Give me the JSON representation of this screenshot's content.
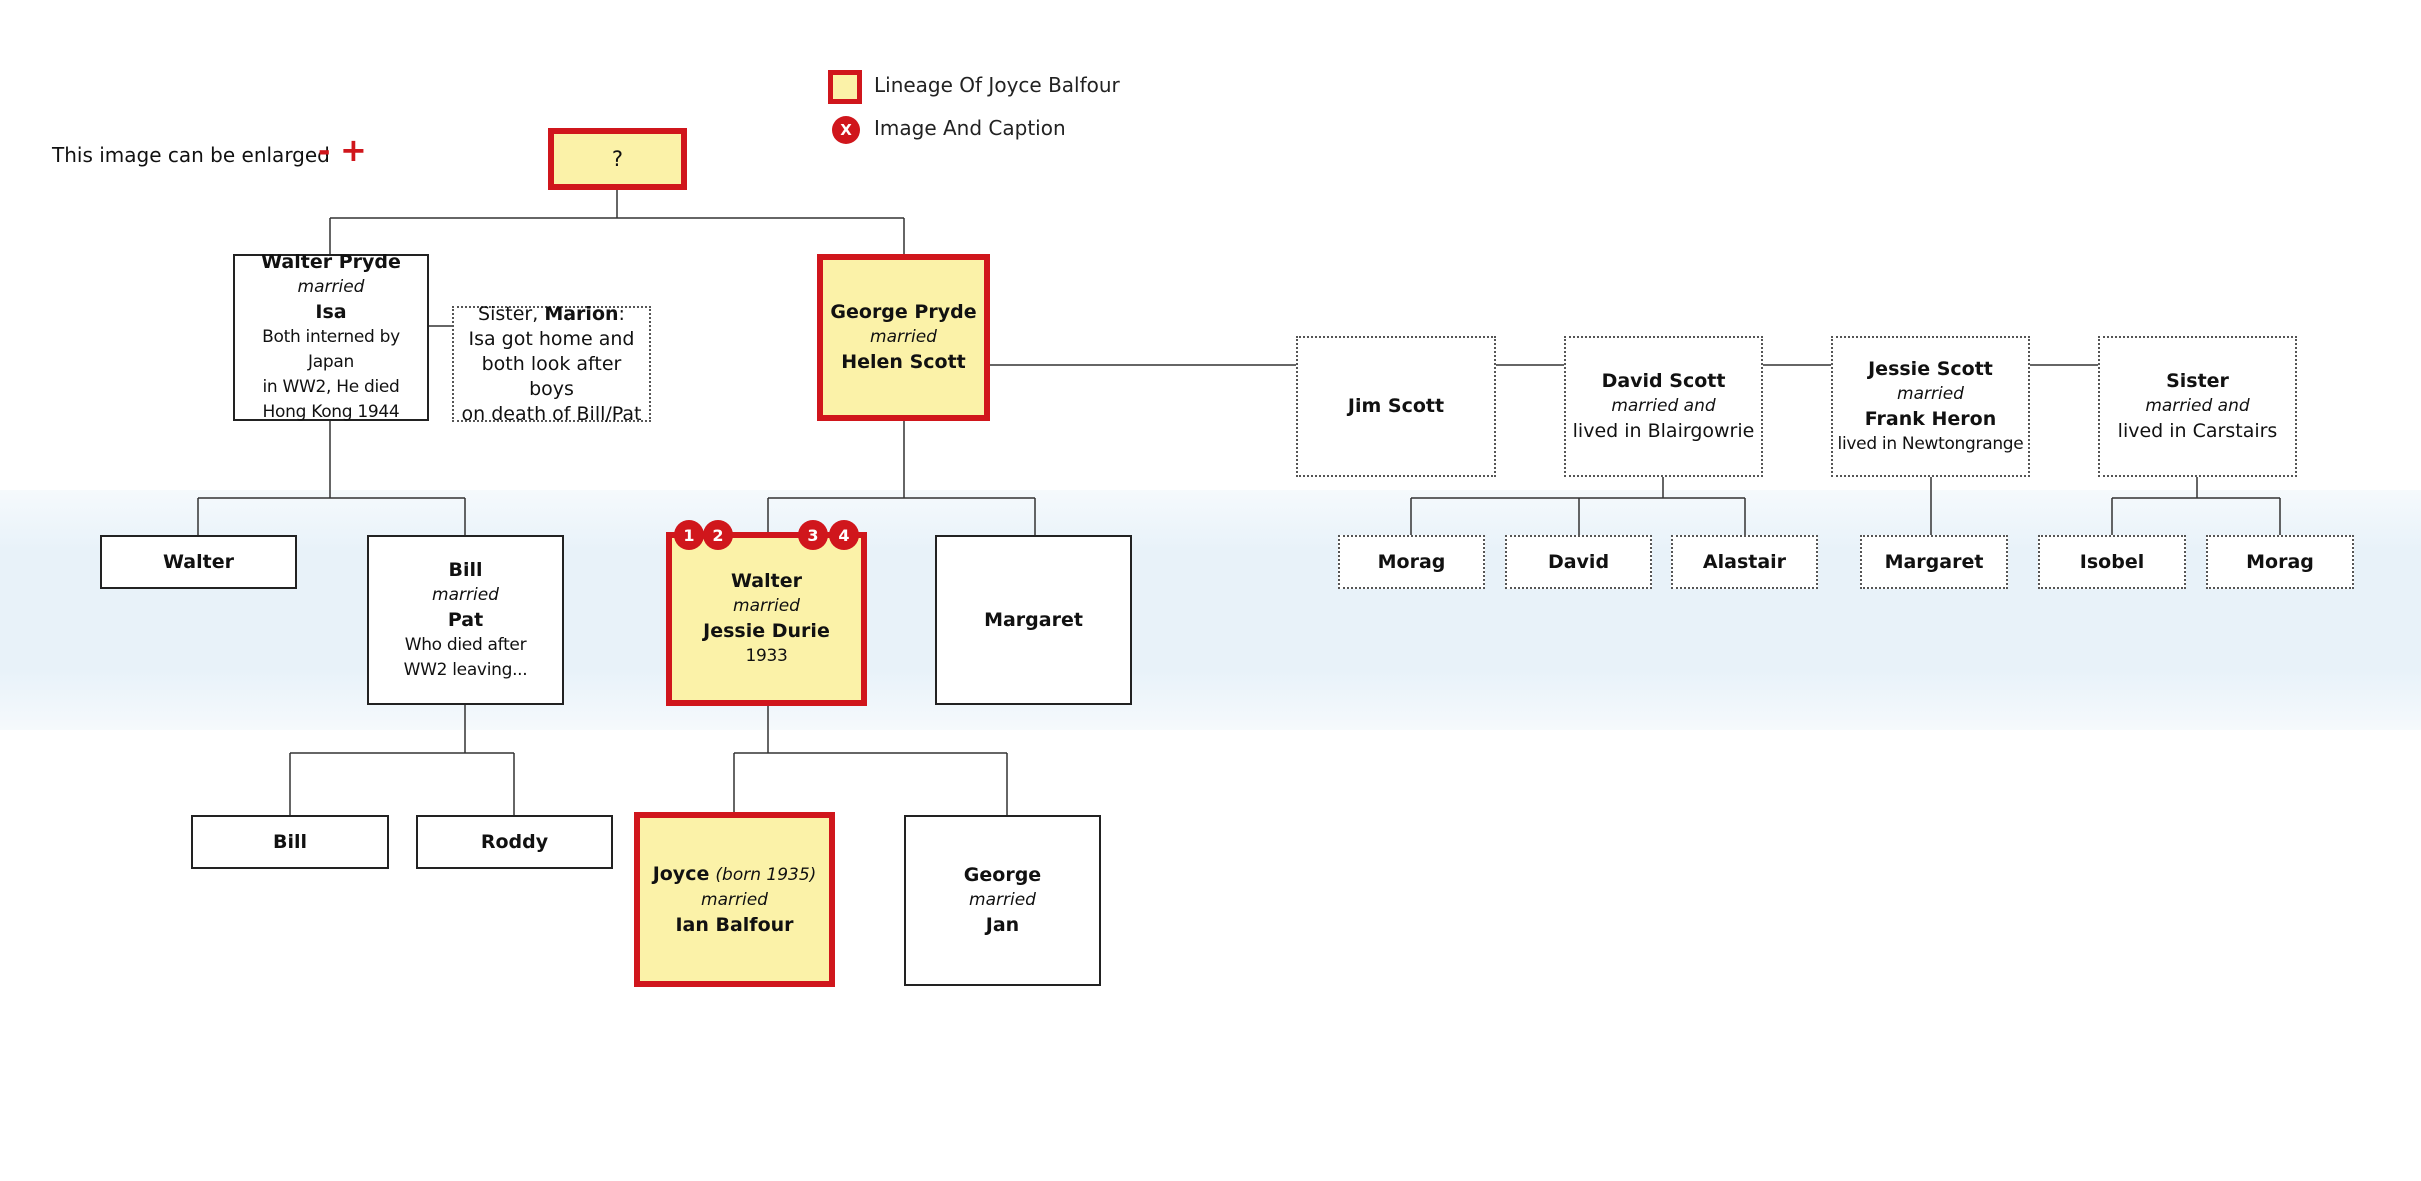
{
  "legend": {
    "lineage_label": "Lineage Of Joyce Balfour",
    "caption_label": "Image And Caption",
    "caption_icon": "X",
    "accent_color": "#d0161c",
    "lineage_fill": "#fbf2a8"
  },
  "enlarge": {
    "text": "This image can be enlarged",
    "minus": "-",
    "plus": "+"
  },
  "tree": {
    "root": {
      "label": "?"
    },
    "walter_pryde": {
      "name": "Walter Pryde",
      "rel": "married",
      "spouse": "Isa",
      "note1": "Both interned by Japan",
      "note2": "in WW2, He died",
      "note3": "Hong Kong 1944"
    },
    "marion": {
      "prefix": "Sister,",
      "name": "Marion",
      "suffix": ":",
      "line2": "Isa got home and",
      "line3": "both look after boys",
      "line4": "on death of Bill/Pat"
    },
    "george_pryde": {
      "name": "George Pryde",
      "rel": "married",
      "spouse": "Helen Scott"
    },
    "jim_scott": {
      "name": "Jim Scott"
    },
    "david_scott": {
      "name": "David Scott",
      "rel": "married and",
      "note": "lived in Blairgowrie"
    },
    "jessie_scott": {
      "name": "Jessie Scott",
      "rel": "married",
      "spouse": "Frank Heron",
      "note": "lived in Newtongrange"
    },
    "sister": {
      "name": "Sister",
      "rel": "married and",
      "note": "lived in Carstairs"
    },
    "walter_child": {
      "name": "Walter"
    },
    "bill": {
      "name": "Bill",
      "rel": "married",
      "spouse": "Pat",
      "note1": "Who died after",
      "note2": "WW2 leaving..."
    },
    "walter_jessie": {
      "name": "Walter",
      "rel": "married",
      "spouse": "Jessie Durie",
      "year": "1933"
    },
    "margaret": {
      "name": "Margaret"
    },
    "morag1": {
      "name": "Morag"
    },
    "david": {
      "name": "David"
    },
    "alastair": {
      "name": "Alastair"
    },
    "margaret2": {
      "name": "Margaret"
    },
    "isobel": {
      "name": "Isobel"
    },
    "morag2": {
      "name": "Morag"
    },
    "bill2": {
      "name": "Bill"
    },
    "roddy": {
      "name": "Roddy"
    },
    "joyce": {
      "name": "Joyce",
      "born": "(born 1935)",
      "rel": "married",
      "spouse": "Ian Balfour"
    },
    "george": {
      "name": "George",
      "rel": "married",
      "spouse": "Jan"
    }
  },
  "badges": [
    "1",
    "2",
    "3",
    "4"
  ]
}
